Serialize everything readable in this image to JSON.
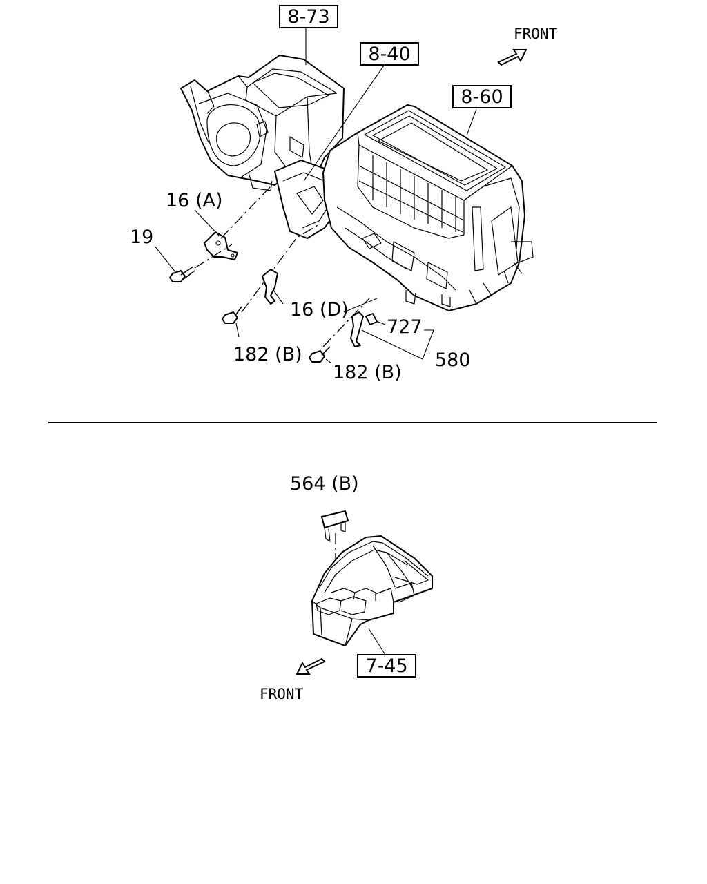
{
  "upper": {
    "ref_boxes": {
      "r873": "8-73",
      "r840": "8-40",
      "r860": "8-60"
    },
    "front_label": "FRONT",
    "callouts": {
      "c16a": "16 (A)",
      "c19": "19",
      "c16d": "16 (D)",
      "c182b_left": "182 (B)",
      "c182b_right": "182 (B)",
      "c727": "727",
      "c580": "580"
    }
  },
  "lower": {
    "ref_box": "7-45",
    "front_label": "FRONT",
    "callouts": {
      "c564b": "564 (B)"
    }
  }
}
